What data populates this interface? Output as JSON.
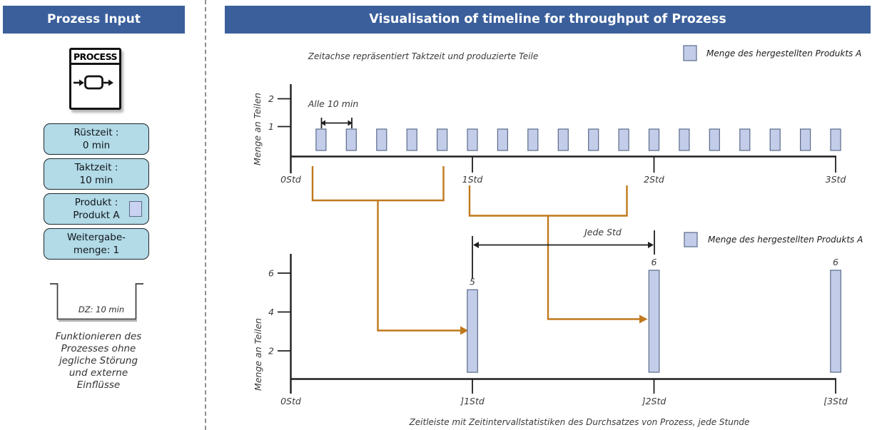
{
  "left_panel": {
    "title": "Prozess Input",
    "process_icon": {
      "label": "PROCESS"
    },
    "info_boxes": [
      {
        "line1": "Rüstzeit :",
        "line2": "0 min"
      },
      {
        "line1": "Taktzeit :",
        "line2": "10 min"
      },
      {
        "line1": "Produkt :",
        "line2": "Produkt A",
        "has_swatch": true
      },
      {
        "line1": "Weitergabe-",
        "line2": "menge: 1"
      }
    ],
    "dz_label": "DZ: 10 min",
    "note_lines": [
      "Funktionieren des",
      "Prozesses ohne",
      "jegliche Störung",
      "und externe",
      "Einflüsse"
    ]
  },
  "main": {
    "title": "Visualisation of timeline for throughput of Prozess"
  },
  "colors": {
    "header_blue": "#3a5f9b",
    "box_fill": "#b2dae7",
    "bar_fill": "#c3cdea",
    "bar_stroke": "#5a6a88",
    "swatch_fill": "#c9d2f0",
    "orange": "#c0791d"
  },
  "chart_data": [
    {
      "type": "bar",
      "title": "Zeitachse repräsentiert Taktzeit und produzierte Teile",
      "ylabel": "Menge an Teilen",
      "legend": "Menge des hergestellten Produkts A",
      "annotation": "Alle 10 min",
      "x_ticks": [
        "0Std",
        "1Std",
        "2Std",
        "3Std"
      ],
      "y_ticks": [
        1,
        2
      ],
      "x_minutes": [
        10,
        20,
        30,
        40,
        50,
        60,
        70,
        80,
        90,
        100,
        110,
        120,
        130,
        140,
        150,
        160,
        170,
        180
      ],
      "values": [
        1,
        1,
        1,
        1,
        1,
        1,
        1,
        1,
        1,
        1,
        1,
        1,
        1,
        1,
        1,
        1,
        1,
        1
      ],
      "xlim_hours": [
        0,
        3
      ],
      "ylim": [
        0,
        2
      ]
    },
    {
      "type": "bar",
      "title": "Zeitleiste mit Zeitintervallstatistiken des Durchsatzes von Prozess, jede Stunde",
      "ylabel": "Menge an Teilen",
      "legend": "Menge des hergestellten Produkts A",
      "annotation": "Jede Std",
      "x_ticks": [
        "0Std",
        "]1Std",
        "]2Std",
        "[3Std"
      ],
      "y_ticks": [
        2,
        4,
        6
      ],
      "categories": [
        "]1Std",
        "]2Std",
        "[3Std"
      ],
      "x_hours": [
        1,
        2,
        3
      ],
      "values": [
        5,
        6,
        6
      ],
      "xlim_hours": [
        0,
        3
      ],
      "ylim": [
        0,
        6
      ]
    }
  ]
}
